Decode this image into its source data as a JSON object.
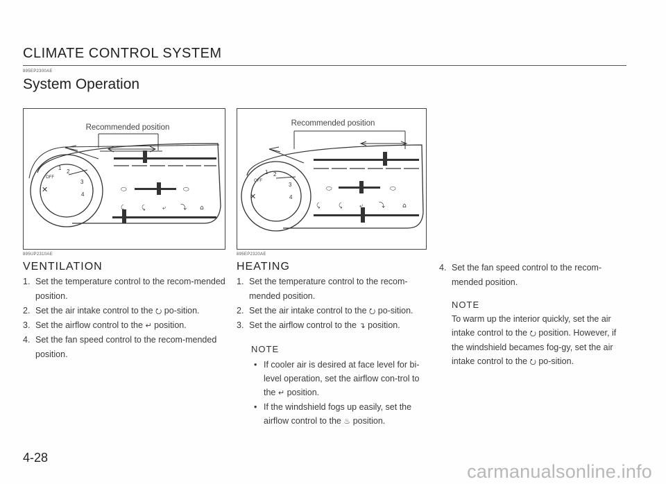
{
  "header": {
    "section_title": "CLIMATE CONTROL SYSTEM",
    "code": "895EP2300AE",
    "subtitle": "System Operation"
  },
  "figure_left": {
    "label": "Recommended position",
    "code": "895UP2310AE",
    "dial_labels": [
      "OFF",
      "1",
      "2",
      "3",
      "4"
    ]
  },
  "figure_right": {
    "label": "Recommended position",
    "code": "895EP2320AE",
    "dial_labels": [
      "OFF",
      "1",
      "2",
      "3",
      "4"
    ]
  },
  "ventilation": {
    "title": "VENTILATION",
    "steps": [
      {
        "n": "1.",
        "text": "Set the temperature control to the recom-mended position."
      },
      {
        "n": "2.",
        "pre": "Set the air intake control to the",
        "post": "po-sition."
      },
      {
        "n": "3.",
        "pre": "Set the airflow control to the",
        "post": "position."
      },
      {
        "n": "4.",
        "text": "Set the fan speed control to the recom-mended position."
      }
    ]
  },
  "heating": {
    "title": "HEATING",
    "steps": [
      {
        "n": "1.",
        "text": "Set the temperature control to the recom-mended position."
      },
      {
        "n": "2.",
        "pre": "Set the air intake control to the",
        "post": "po-sition."
      },
      {
        "n": "3.",
        "pre": "Set the airflow control to the",
        "post": "position."
      }
    ],
    "note_title": "NOTE",
    "notes": [
      {
        "pre": "If cooler air is desired at face level for bi-level operation, set the airflow con-trol to the",
        "post": "position."
      },
      {
        "pre": "If the windshield fogs up easily, set the airflow control to the",
        "post": "position."
      }
    ]
  },
  "right_column": {
    "step": {
      "n": "4.",
      "text": "Set the fan speed control to the recom-mended position."
    },
    "note_title": "NOTE",
    "note_pre": "To warm up the interior quickly, set the air intake control to the",
    "note_mid": "position. However, if the windshield becames fog-gy, set the air intake control to the",
    "note_post": "po-sition."
  },
  "footer": {
    "page_number": "4-28",
    "watermark": "carmanualsonline.info"
  },
  "icons": {
    "recirc": "⭮",
    "face": "↵",
    "foot": "↴",
    "defrost": "♨"
  }
}
